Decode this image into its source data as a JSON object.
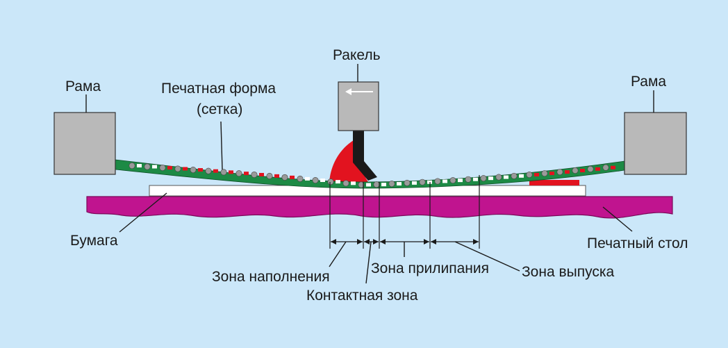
{
  "labels": {
    "frame_left": "Рама",
    "frame_right": "Рама",
    "squeegee": "Ракель",
    "printing_form_line1": "Печатная форма",
    "printing_form_line2": "(сетка)",
    "paper": "Бумага",
    "printing_table": "Печатный стол",
    "filling_zone": "Зона наполнения",
    "contact_zone": "Контактная зона",
    "adhesion_zone": "Зона прилипания",
    "release_zone": "Зона выпуска"
  },
  "colors": {
    "background": "#cbe7f9",
    "frame": "#b9b9b9",
    "mesh": "#1d8a45",
    "ink": "#e2131f",
    "table": "#c0148f",
    "paper": "#ffffff",
    "squeegee_blade": "#1a1a1a",
    "squeegee_holder": "#b9b9b9"
  }
}
